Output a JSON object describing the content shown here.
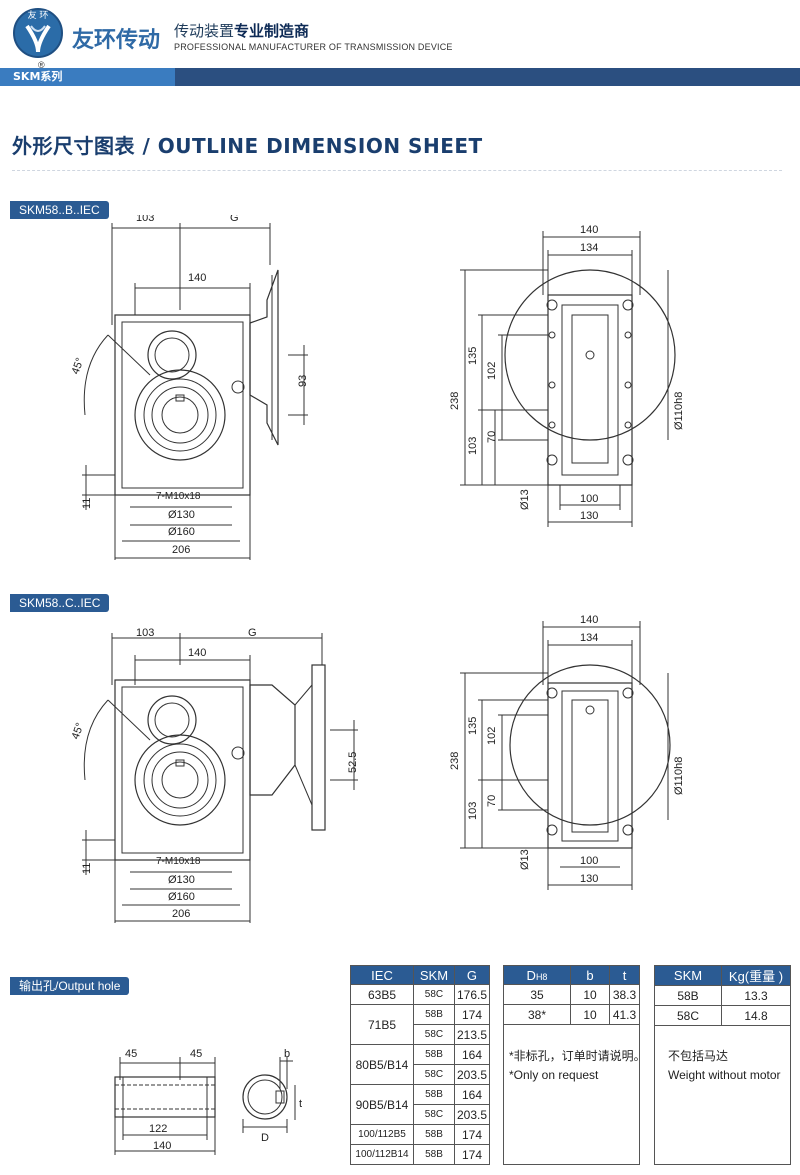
{
  "header": {
    "logo_text": "友 环",
    "brand_cn": "友环传动",
    "slogan_cn_light": "传动装置",
    "slogan_cn_bold": "专业制造商",
    "slogan_en": "PROFESSIONAL MANUFACTURER OF TRANSMISSION DEVICE",
    "registered": "®",
    "series": "SKM系列"
  },
  "page_title": "外形尺寸图表 / OUTLINE DIMENSION SHEET",
  "section_b": {
    "tag": "SKM58..B..IEC",
    "side_dims": {
      "d103": "103",
      "g": "G",
      "d140": "140",
      "d93": "93",
      "angle": "45°",
      "bolts": "7-M10x18",
      "d130": "Ø130",
      "d160": "Ø160",
      "d206": "206",
      "d11": "11"
    },
    "front_dims": {
      "d140": "140",
      "d134": "134",
      "d135": "135",
      "d102": "102",
      "d238": "238",
      "d103": "103",
      "d70": "70",
      "d110": "Ø110h8",
      "d13": "Ø13",
      "d100": "100",
      "d130": "130"
    }
  },
  "section_c": {
    "tag": "SKM58..C..IEC",
    "side_dims": {
      "d103": "103",
      "g": "G",
      "d140": "140",
      "d52": "52.5",
      "angle": "45°",
      "bolts": "7-M10x18",
      "d130": "Ø130",
      "d160": "Ø160",
      "d206": "206",
      "d11": "11"
    },
    "front_dims": {
      "d140": "140",
      "d134": "134",
      "d135": "135",
      "d102": "102",
      "d238": "238",
      "d103": "103",
      "d70": "70",
      "d110": "Ø110h8",
      "d13": "Ø13",
      "d100": "100",
      "d130": "130"
    }
  },
  "output_hole": {
    "tag": "输出孔/Output hole",
    "dims": {
      "d45a": "45",
      "d45b": "45",
      "d122": "122",
      "d140": "140",
      "b": "b",
      "t": "t",
      "D": "D"
    }
  },
  "iec_table": {
    "headers": [
      "IEC",
      "SKM",
      "G"
    ],
    "rows": [
      {
        "iec": "63B5",
        "skm": "58C",
        "g": "176.5"
      },
      {
        "iec": "71B5",
        "skm": "58B",
        "g": "174"
      },
      {
        "iec": "",
        "skm": "58C",
        "g": "213.5"
      },
      {
        "iec": "80B5/B14",
        "skm": "58B",
        "g": "164"
      },
      {
        "iec": "",
        "skm": "58C",
        "g": "203.5"
      },
      {
        "iec": "90B5/B14",
        "skm": "58B",
        "g": "164"
      },
      {
        "iec": "",
        "skm": "58C",
        "g": "203.5"
      },
      {
        "iec": "100/112B5",
        "skm": "58B",
        "g": "174"
      },
      {
        "iec": "100/112B14",
        "skm": "58B",
        "g": "174"
      }
    ]
  },
  "dbt_table": {
    "headers": [
      "D",
      "H8",
      "b",
      "t"
    ],
    "rows": [
      {
        "d": "35",
        "b": "10",
        "t": "38.3"
      },
      {
        "d": "38*",
        "b": "10",
        "t": "41.3"
      }
    ],
    "note_cn": "*非标孔，订单时请说明。",
    "note_en": "*Only on request"
  },
  "weight_table": {
    "headers": [
      "SKM",
      "Kg(重量 )"
    ],
    "rows": [
      {
        "skm": "58B",
        "kg": "13.3"
      },
      {
        "skm": "58C",
        "kg": "14.8"
      }
    ],
    "note_cn": "不包括马达",
    "note_en": "Weight without motor"
  }
}
